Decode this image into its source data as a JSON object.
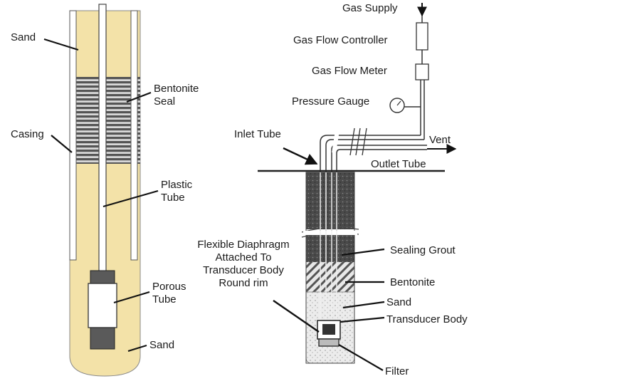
{
  "left_diagram": {
    "labels": {
      "sand_top": "Sand",
      "bentonite_line1": "Bentonite",
      "bentonite_line2": "Seal",
      "casing": "Casing",
      "plastic_line1": "Plastic",
      "plastic_line2": "Tube",
      "porous_line1": "Porous",
      "porous_line2": "Tube",
      "sand_bottom": "Sand"
    },
    "colors": {
      "sand": "#f3e2a8",
      "bentonite": "#5c5c5c",
      "casing": "#ffffff",
      "outline": "#333333"
    }
  },
  "right_diagram": {
    "labels": {
      "gas_supply": "Gas Supply",
      "gas_flow_controller": "Gas Flow Controller",
      "gas_flow_meter": "Gas Flow Meter",
      "pressure_gauge": "Pressure Gauge",
      "inlet_tube": "Inlet Tube",
      "vent": "Vent",
      "outlet_tube": "Outlet Tube",
      "diaphragm_line1": "Flexible Diaphragm",
      "diaphragm_line2": "Attached To",
      "diaphragm_line3": "Transducer Body",
      "diaphragm_line4": "Round rim",
      "sealing_grout": "Sealing Grout",
      "bentonite": "Bentonite",
      "sand": "Sand",
      "transducer_body": "Transducer Body",
      "filter": "Filter"
    },
    "colors": {
      "grout": "#4a4a4a",
      "bentonite_hatch": "#555555",
      "sand_fill": "#e6e6e6",
      "outline": "#222222"
    }
  }
}
